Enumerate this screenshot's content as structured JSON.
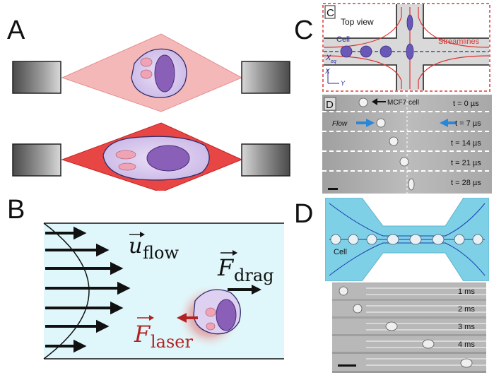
{
  "panels": {
    "A": "A",
    "B": "B",
    "C": "C",
    "D": "D",
    "D2": "D"
  },
  "panel_b": {
    "u_symbol": "u",
    "u_sub": "flow",
    "fdrag_symbol": "F",
    "fdrag_sub": "drag",
    "flaser_symbol": "F",
    "flaser_sub": "laser"
  },
  "panel_c": {
    "letter": "C",
    "top_view": "Top view",
    "cell": "Cell",
    "streamlines": "Streamlines",
    "x_eq": "X",
    "x_eq_sub": "eq",
    "axis_x": "X",
    "axis_y": "Y"
  },
  "panel_d_top": {
    "letter": "D",
    "mcf7": "MCF7 cell",
    "flow": "Flow",
    "times": [
      "t = 0 µs",
      "t = 7 µs",
      "t = 14 µs",
      "t = 21 µs",
      "t = 28 µs"
    ]
  },
  "panel_d_bottom": {
    "cell": "Cell",
    "times": [
      "1 ms",
      "2 ms",
      "3 ms",
      "4 ms"
    ]
  },
  "colors": {
    "pink_light": "#f5b5b5",
    "red": "#e53a3a",
    "cyan_bg": "#dff6fa",
    "channel_blue": "#6fcde3",
    "cell_purple": "#8a63b8",
    "laser_red": "#b22222"
  }
}
